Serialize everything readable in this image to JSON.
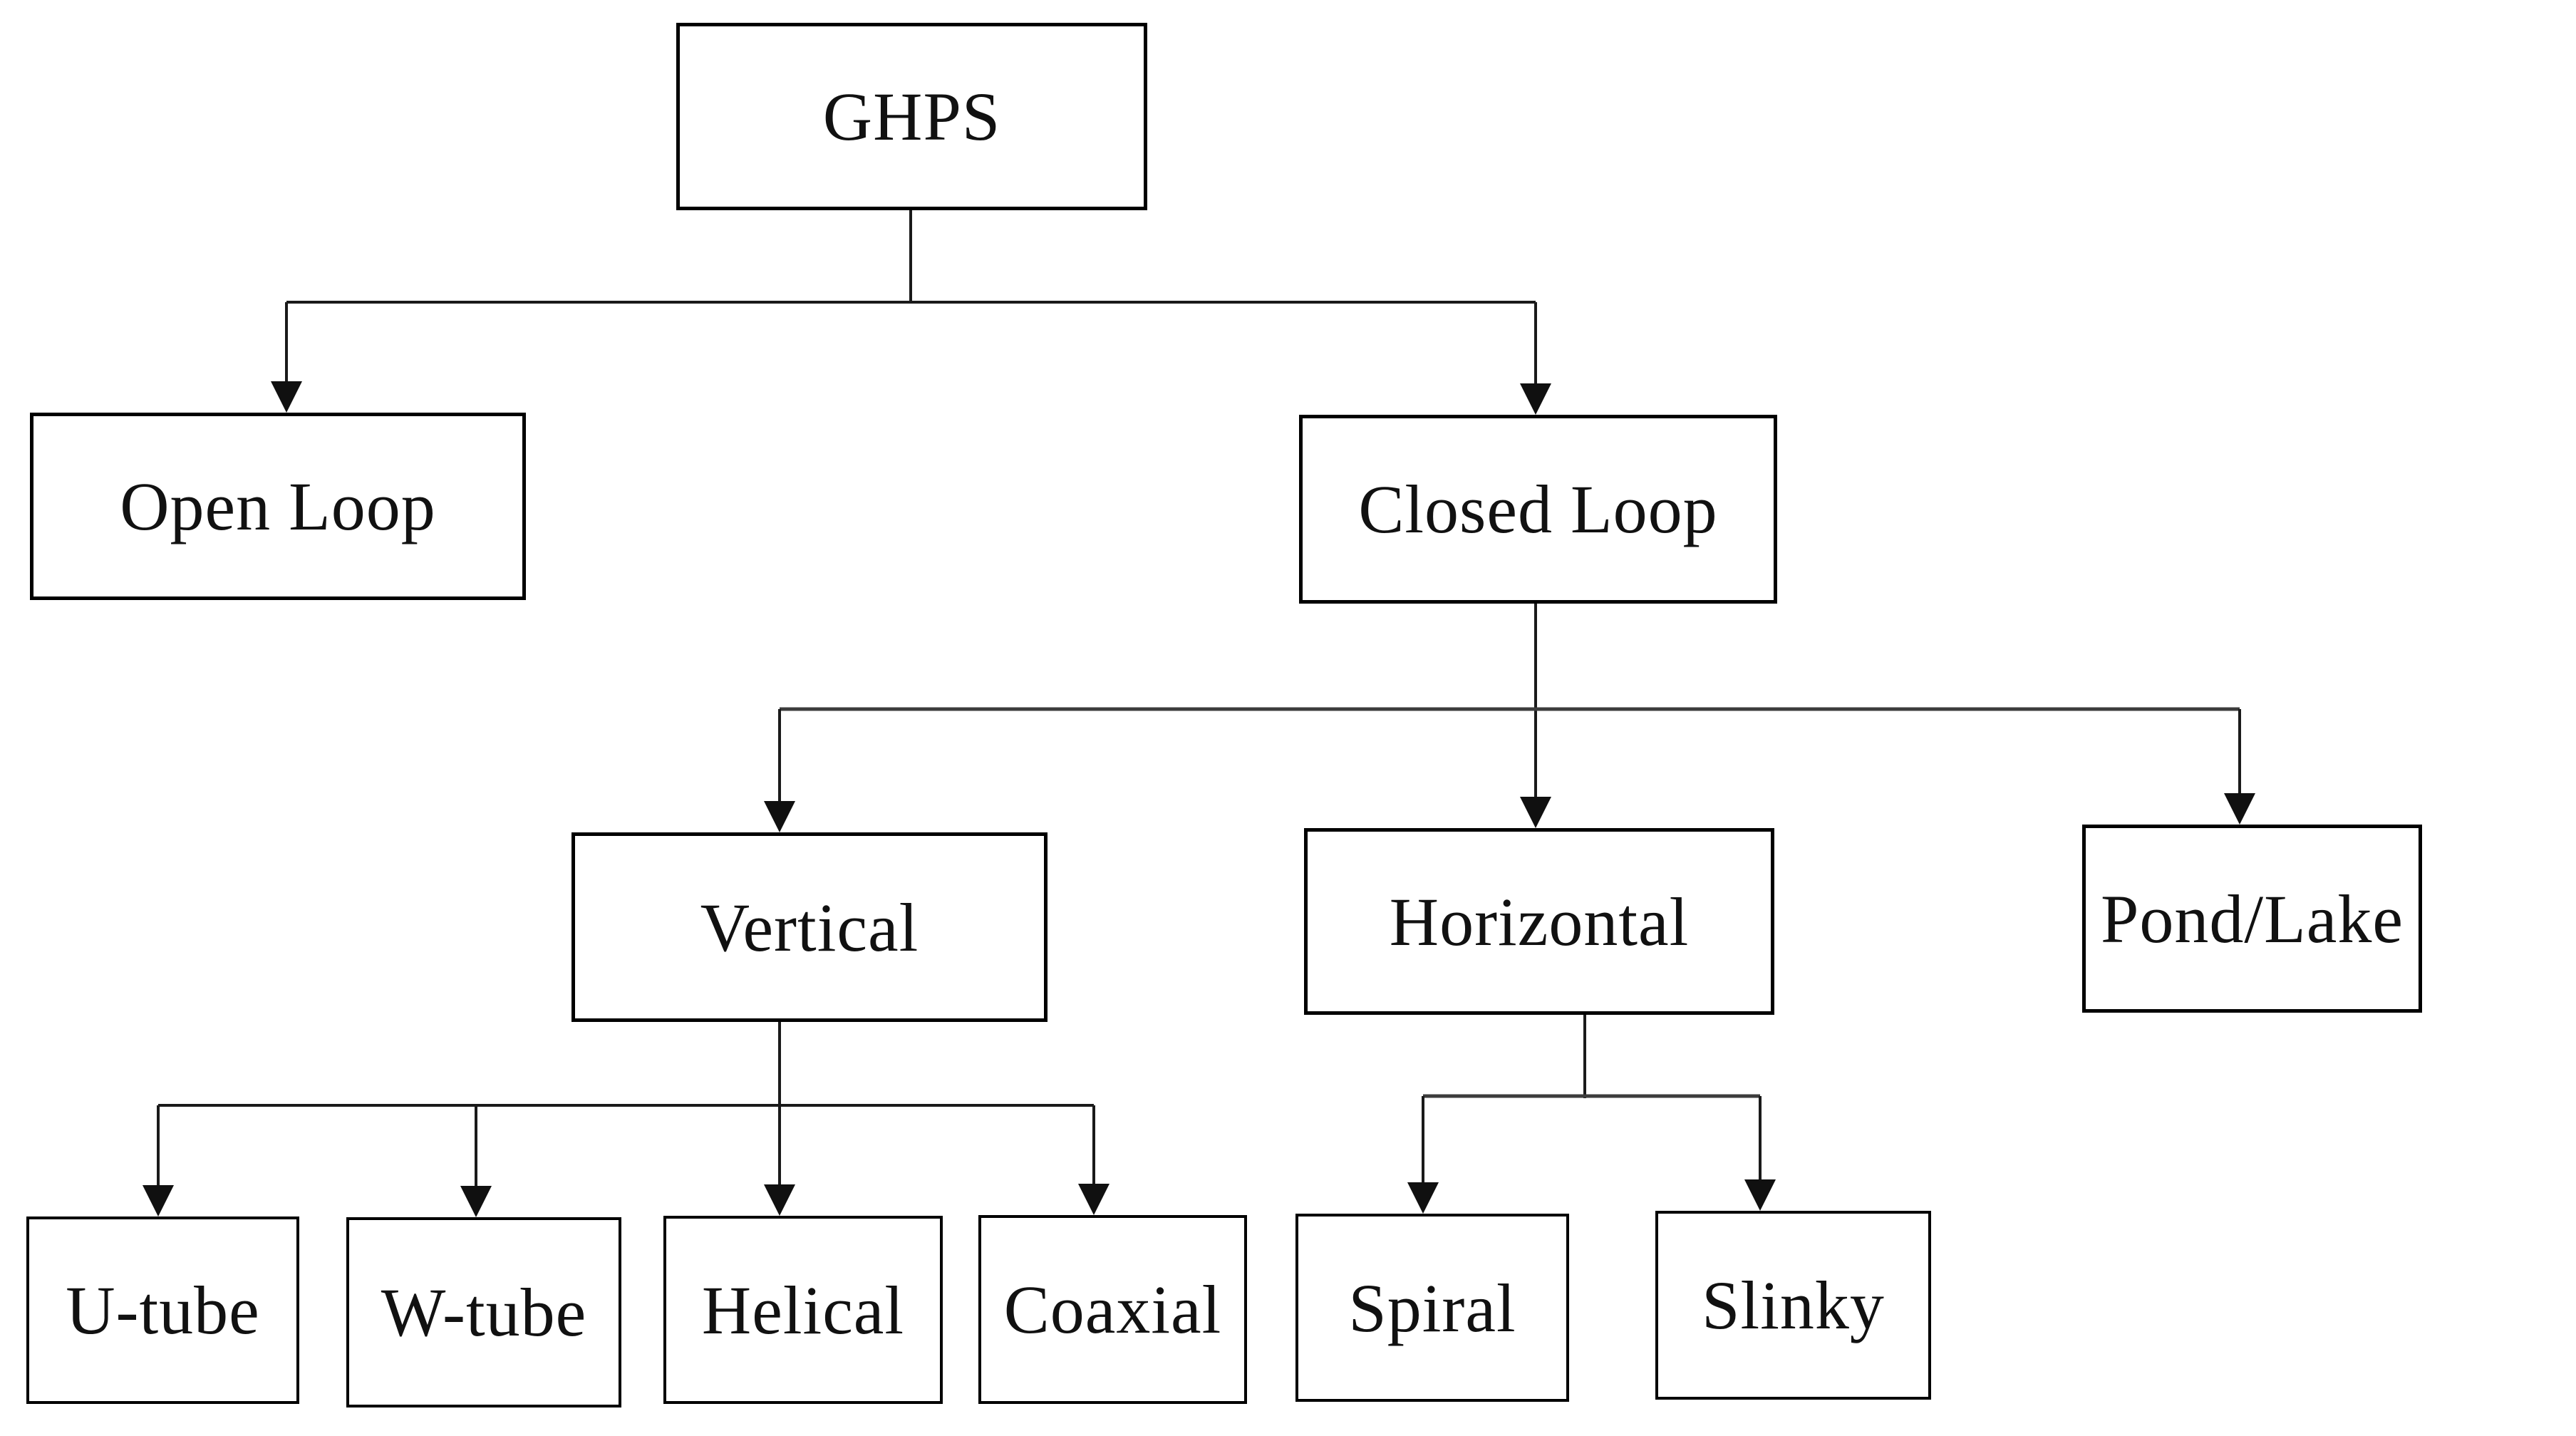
{
  "diagram_type": "hierarchy-flowchart",
  "colors": {
    "background": "#ffffff",
    "box_border": "#000000",
    "text": "#111111",
    "connector": "#1a1a1a"
  },
  "nodes": {
    "ghps": {
      "label": "GHPS"
    },
    "open_loop": {
      "label": "Open Loop"
    },
    "closed_loop": {
      "label": "Closed Loop"
    },
    "vertical": {
      "label": "Vertical"
    },
    "horizontal": {
      "label": "Horizontal"
    },
    "pond_lake": {
      "label": "Pond/Lake"
    },
    "u_tube": {
      "label": "U-tube"
    },
    "w_tube": {
      "label": "W-tube"
    },
    "helical": {
      "label": "Helical"
    },
    "coaxial": {
      "label": "Coaxial"
    },
    "spiral": {
      "label": "Spiral"
    },
    "slinky": {
      "label": "Slinky"
    }
  },
  "edges": [
    {
      "from": "ghps",
      "to": "open_loop"
    },
    {
      "from": "ghps",
      "to": "closed_loop"
    },
    {
      "from": "closed_loop",
      "to": "vertical"
    },
    {
      "from": "closed_loop",
      "to": "horizontal"
    },
    {
      "from": "closed_loop",
      "to": "pond_lake"
    },
    {
      "from": "vertical",
      "to": "u_tube"
    },
    {
      "from": "vertical",
      "to": "w_tube"
    },
    {
      "from": "vertical",
      "to": "helical"
    },
    {
      "from": "vertical",
      "to": "coaxial"
    },
    {
      "from": "horizontal",
      "to": "spiral"
    },
    {
      "from": "horizontal",
      "to": "slinky"
    }
  ]
}
